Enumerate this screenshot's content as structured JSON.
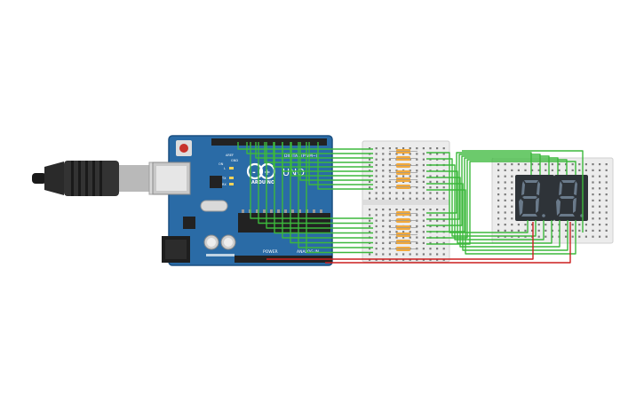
{
  "board": {
    "digital_label": "DIGITAL (PWM~)",
    "logo_text": "ARDUINO",
    "model_text": "UNO",
    "power_label": "POWER",
    "analog_label": "ANALOG IN",
    "led_labels": [
      "L",
      "TX",
      "RX"
    ],
    "aref_label": "AREF",
    "gnd_label": "GND",
    "on_label": "ON",
    "color": "#2a6ba6"
  },
  "displays": {
    "count": 2,
    "segment_color": "#6a7a8a",
    "body_color": "#2e3338"
  },
  "colors": {
    "wire_green": "#3cb83c",
    "wire_red": "#cc1f1f",
    "resistor": "#f2a93b",
    "breadboard": "#ececec"
  }
}
